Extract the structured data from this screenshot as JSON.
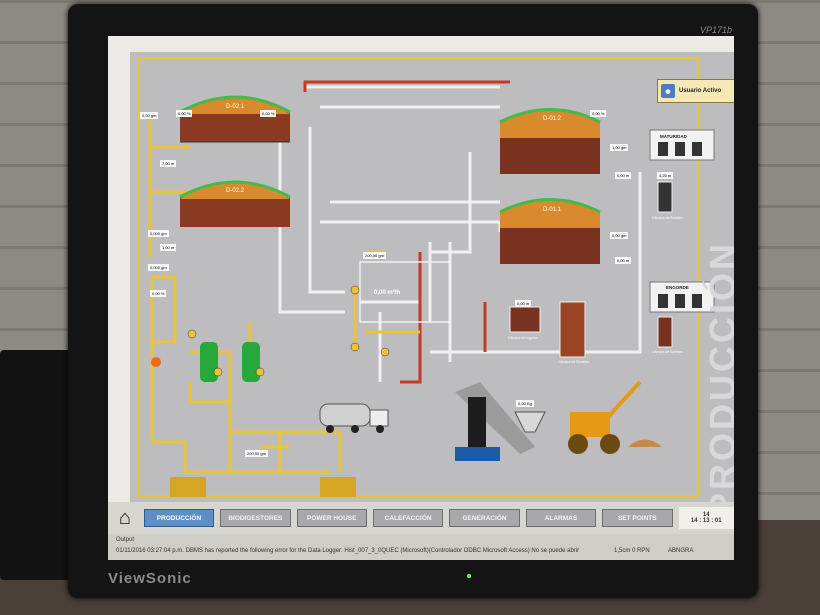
{
  "monitor": {
    "brand": "ViewSonic",
    "model": "VP171b"
  },
  "header": {
    "user": "Usuario Activo",
    "watermark": "PRODUCCIÓN"
  },
  "tanks": [
    {
      "label": "D-02.1",
      "reading": "0.00 %"
    },
    {
      "label": "D-02.2",
      "reading": "0.00 %"
    },
    {
      "label": "D-01.2",
      "reading": "0.00 %"
    },
    {
      "label": "D-01.1",
      "reading": "0.00 %"
    }
  ],
  "readouts": {
    "r1": "0,00 gm",
    "r2": "0.00 %",
    "r3": "0,00 %",
    "r4": "7,00 m",
    "r5": "0,000 gm",
    "r6": "1,00 m",
    "r7": "0,000 gm",
    "r8": "0.00 %",
    "r9": "0,00 %",
    "r10": "1,00 gm",
    "r11": "0,00 m",
    "r12": "4,25 m",
    "r13": "0,00 gm",
    "r14": "0,00 m",
    "r15": "200,00 gm",
    "r16": "0,00 m"
  },
  "flow": {
    "value": "0,00 m³/h"
  },
  "buildings": {
    "maturidad": "MATURIDAD",
    "engorde": "ENGORDE"
  },
  "labels": {
    "ingreso": "Cámara de Ingreso",
    "bombeo1": "Cámara de Bombeo",
    "bombeo2": "Cámara de Bombeo",
    "bombeo3": "Cámara de Bombeo",
    "truck_weight": "0,00 Kg",
    "gen_value": "200,00 gm"
  },
  "nav": {
    "items": [
      "PRODUCCIÓN",
      "BIODIGESTORES",
      "POWER HOUSE",
      "CALEFACCIÓN",
      "GENERACIÓN",
      "ALARMAS",
      "SET POINTS"
    ],
    "date": "14 : 13 : 01",
    "date_label": "14"
  },
  "status": {
    "output": "Output",
    "message": "01/11/2016 03:27:04 p.m. DBMS has reported the following error for the Data Logger: Hist_007_3_0QUEC (Microsoft)(Controlador ODBC Microsoft Access) No se puede abrir",
    "right1": "1,5cm 0 RPN",
    "right2": "ABNGRA"
  },
  "colors": {
    "accent": "#5c8fc6",
    "pipe_yellow": "#e8c436",
    "pipe_white": "#f0f0f0",
    "pipe_red": "#c43a28",
    "tank_orange": "#d98a2c",
    "tank_green": "#46b94a",
    "panel": "#bdbdbf"
  }
}
